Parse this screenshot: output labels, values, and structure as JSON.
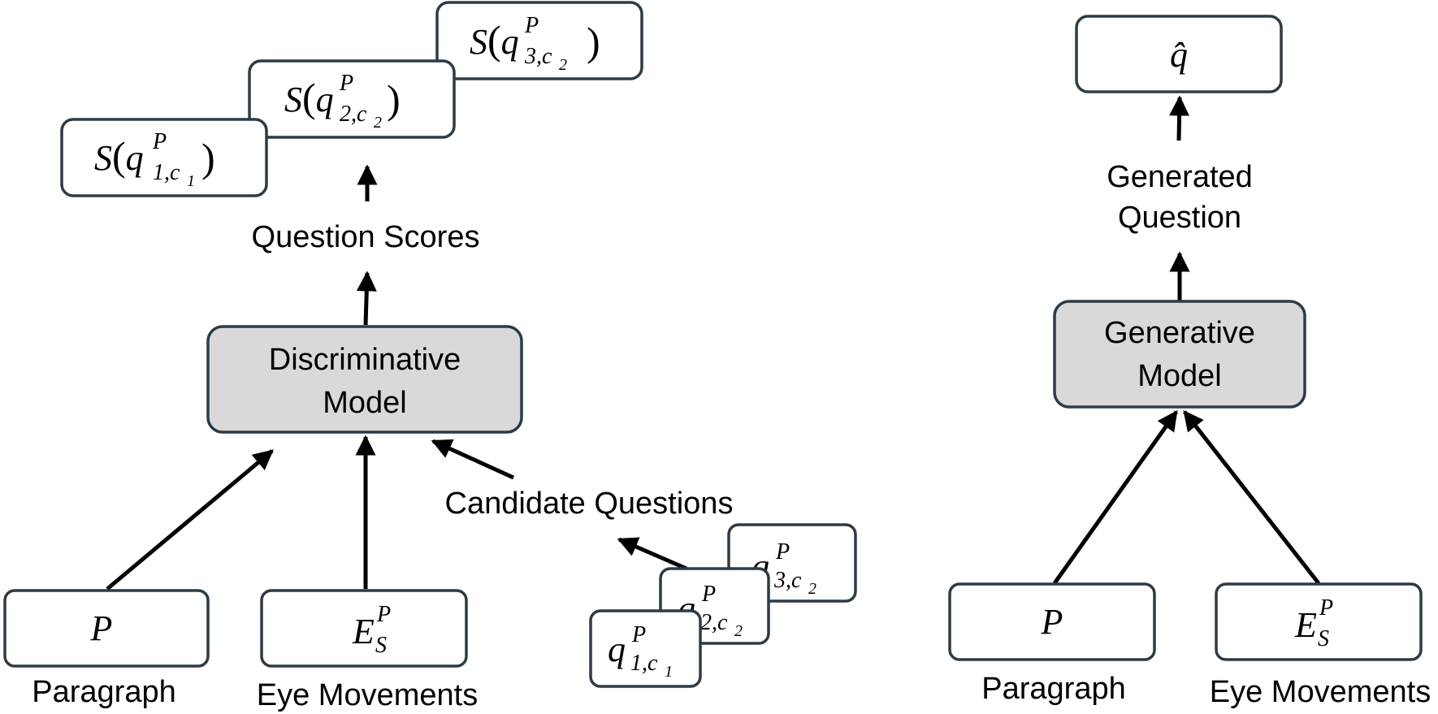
{
  "discriminative": {
    "model_line1": "Discriminative",
    "model_line2": "Model",
    "scores_label": "Question Scores",
    "candidates_label": "Candidate Questions",
    "paragraph_label": "Paragraph",
    "eye_label": "Eye Movements",
    "scores": [
      {
        "fn": "S",
        "base": "q",
        "sup": "P",
        "sub": "1,c",
        "subsub": "1"
      },
      {
        "fn": "S",
        "base": "q",
        "sup": "P",
        "sub": "2,c",
        "subsub": "2"
      },
      {
        "fn": "S",
        "base": "q",
        "sup": "P",
        "sub": "3,c",
        "subsub": "2"
      }
    ],
    "candidates": [
      {
        "base": "q",
        "sup": "P",
        "sub": "1,c",
        "subsub": "1"
      },
      {
        "base": "q",
        "sup": "P",
        "sub": "2,c",
        "subsub": "2"
      },
      {
        "base": "q",
        "sup": "P",
        "sub": "3,c",
        "subsub": "2"
      }
    ],
    "paragraph_symbol": "P",
    "eye_symbol": {
      "base": "E",
      "sup": "P",
      "sub": "S"
    }
  },
  "generative": {
    "model_line1": "Generative",
    "model_line2": "Model",
    "output_symbol": "q̂",
    "output_label_line1": "Generated",
    "output_label_line2": "Question",
    "paragraph_label": "Paragraph",
    "eye_label": "Eye Movements",
    "paragraph_symbol": "P",
    "eye_symbol": {
      "base": "E",
      "sup": "P",
      "sub": "S"
    }
  }
}
